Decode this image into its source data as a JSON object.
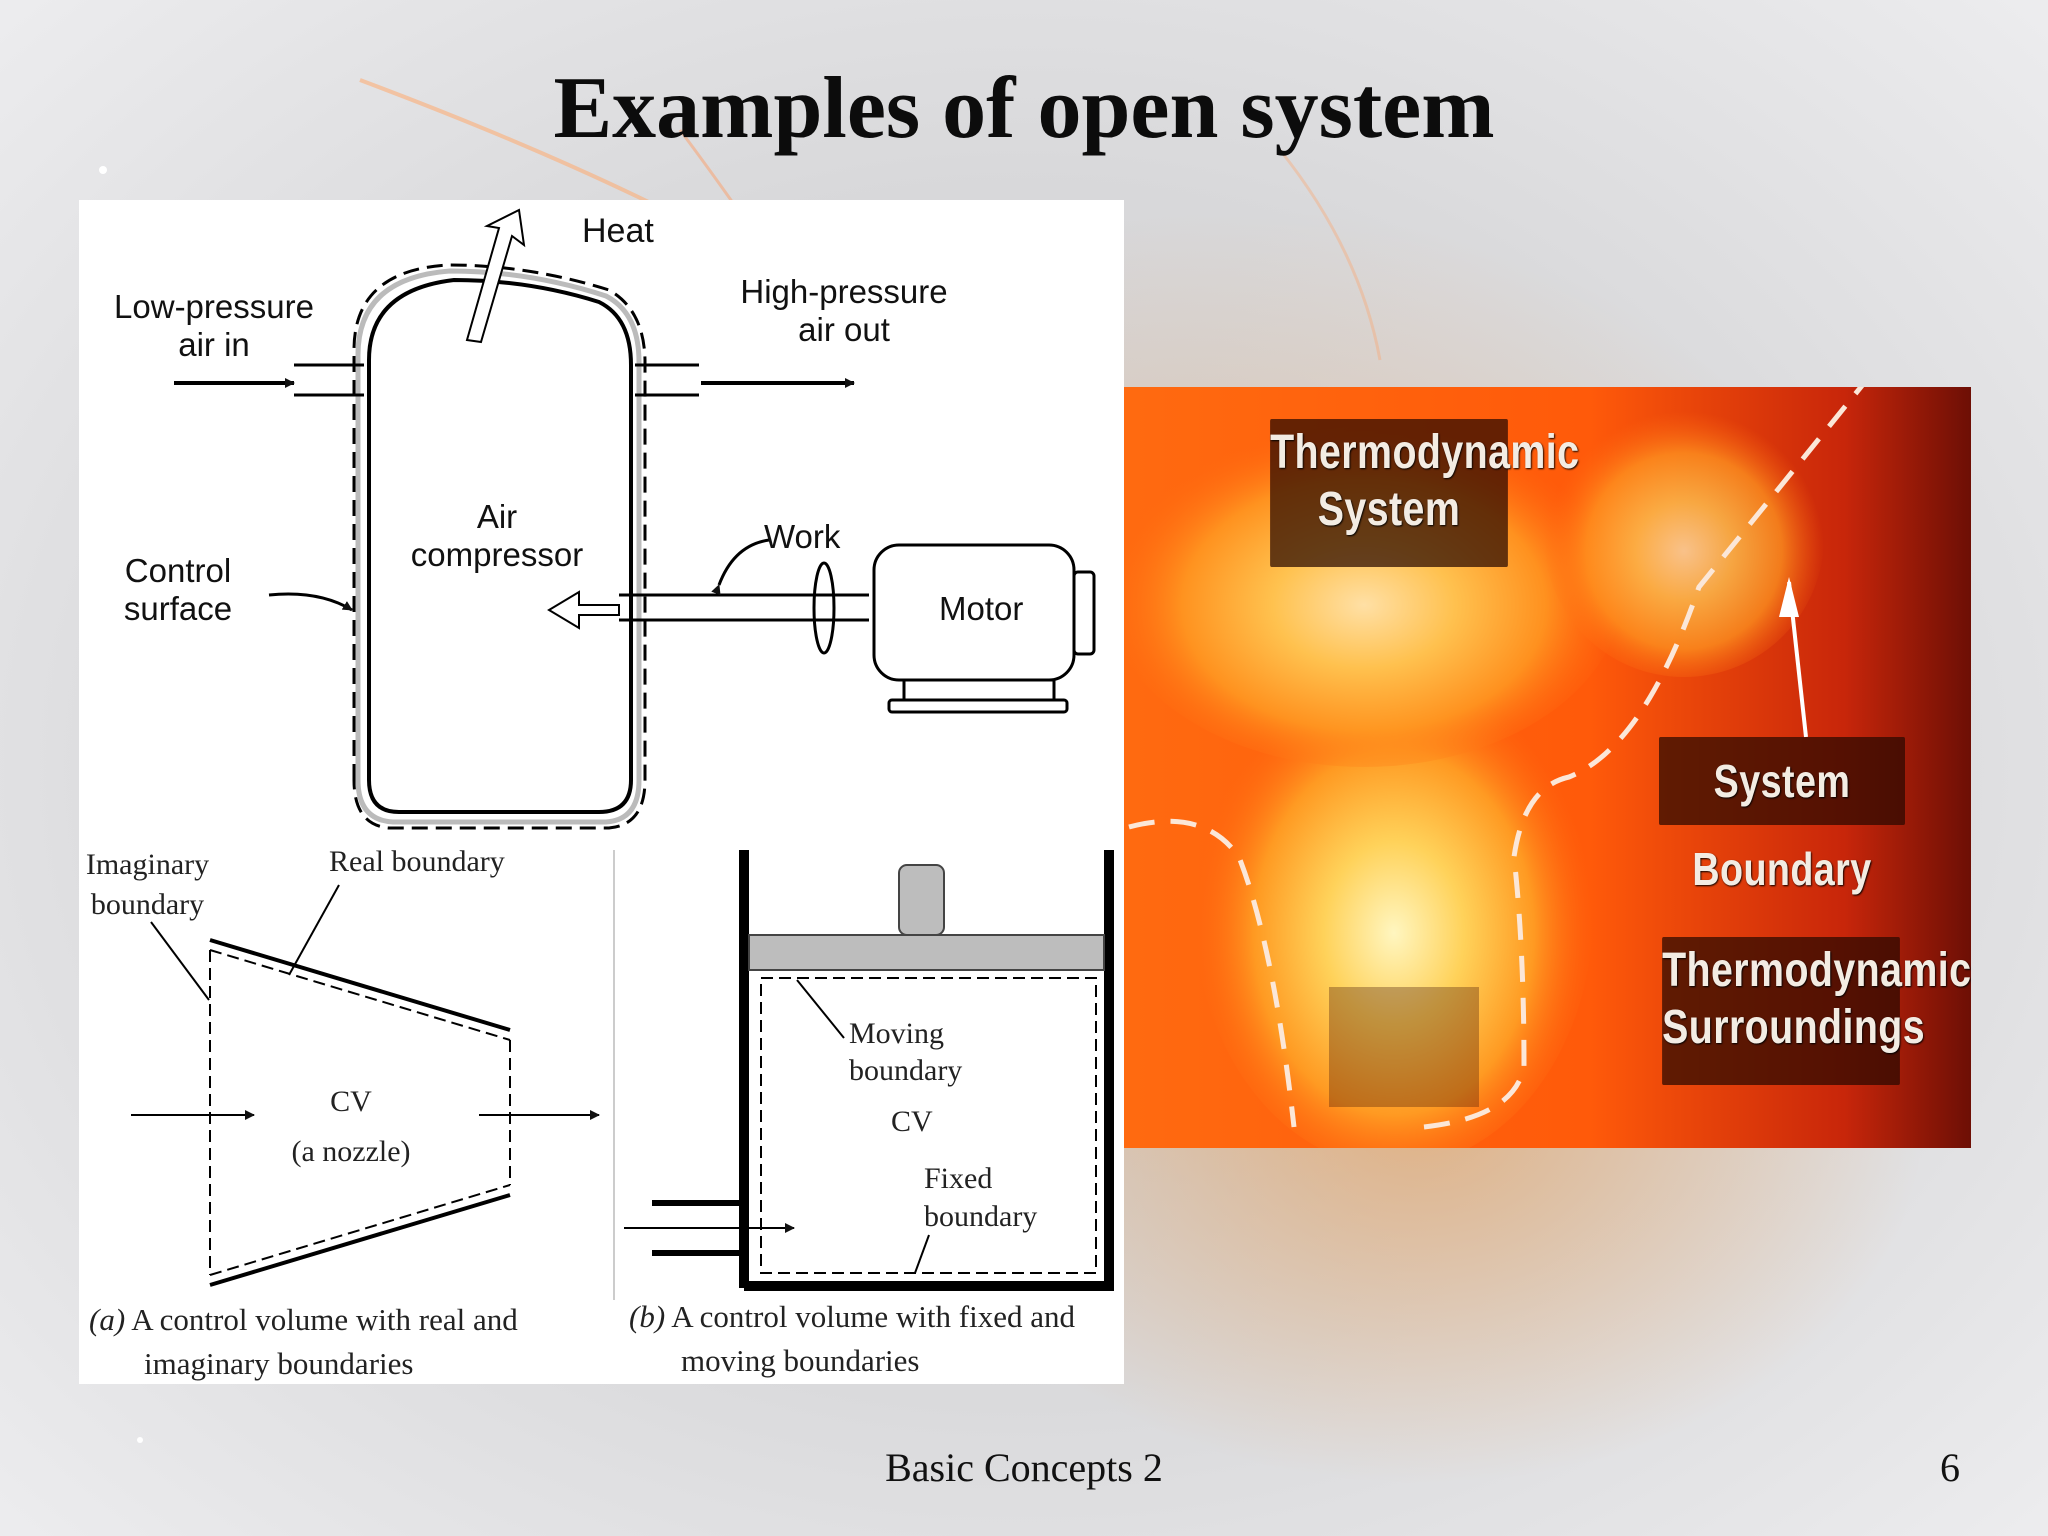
{
  "slide": {
    "title": "Examples of open system",
    "footer": "Basic Concepts 2",
    "page_number": "6"
  },
  "compressor_diagram": {
    "heat": "Heat",
    "inlet_line1": "Low-pressure",
    "inlet_line2": "air in",
    "outlet_line1": "High-pressure",
    "outlet_line2": "air out",
    "vessel_line1": "Air",
    "vessel_line2": "compressor",
    "surface_line1": "Control",
    "surface_line2": "surface",
    "work": "Work",
    "motor": "Motor"
  },
  "nozzle_diagram": {
    "imaginary_line1": "Imaginary",
    "imaginary_line2": "boundary",
    "real": "Real boundary",
    "cv": "CV",
    "cv_sub": "(a nozzle)",
    "caption_tag": "(a)",
    "caption_line1": "A control volume with real and",
    "caption_line2": "imaginary boundaries"
  },
  "piston_diagram": {
    "moving_line1": "Moving",
    "moving_line2": "boundary",
    "cv": "CV",
    "fixed_line1": "Fixed",
    "fixed_line2": "boundary",
    "caption_tag": "(b)",
    "caption_line1": "A control volume with fixed and",
    "caption_line2": "moving boundaries"
  },
  "fire_photo": {
    "label_system_line1": "Thermodynamic",
    "label_system_line2": "System",
    "label_boundary": "System Boundary",
    "label_surroundings_line1": "Thermodynamic",
    "label_surroundings_line2": "Surroundings"
  }
}
